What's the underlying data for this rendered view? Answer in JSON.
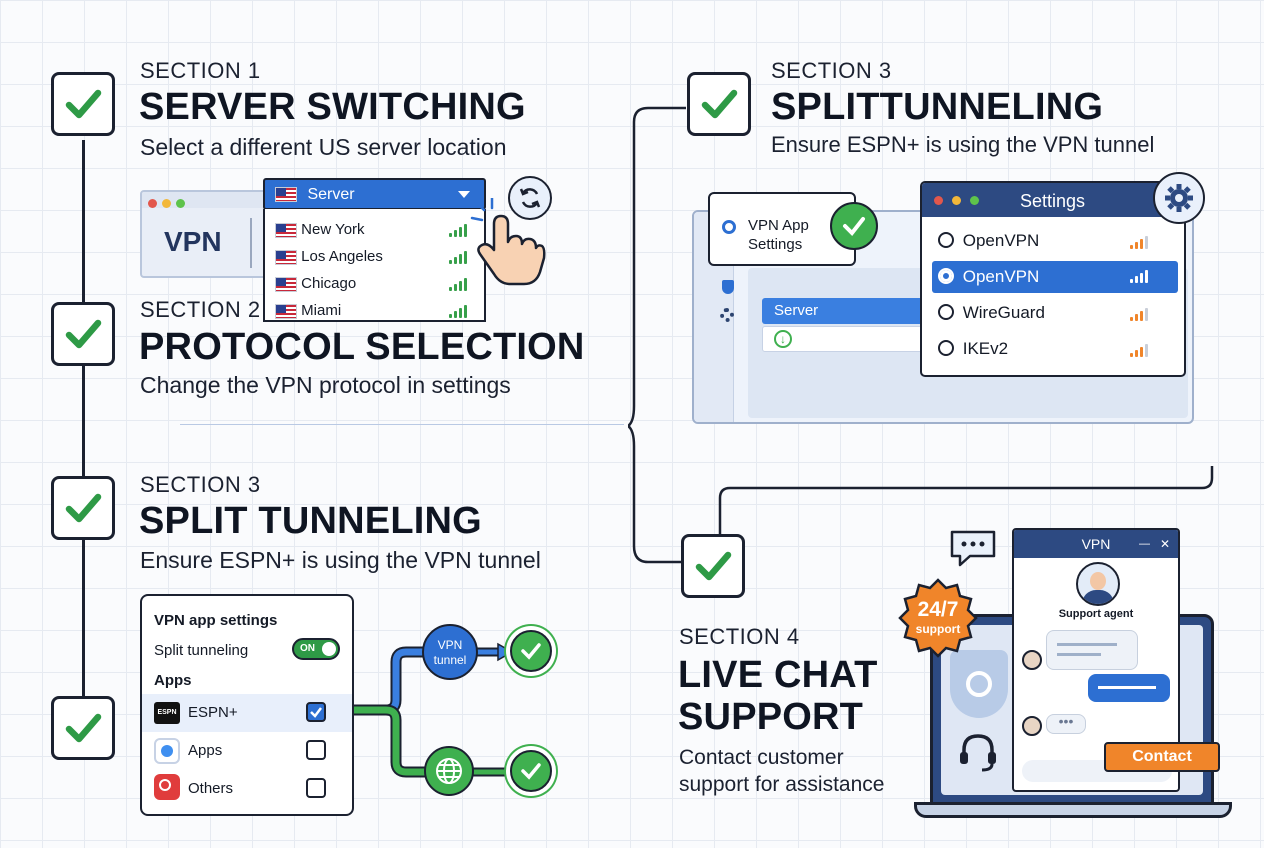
{
  "sections": [
    {
      "label": "SECTION 1",
      "title": "SERVER SWITCHING",
      "desc": "Select a different US server location"
    },
    {
      "label": "SECTION 2",
      "title": "PROTOCOL SELECTION",
      "desc": "Change the VPN protocol in settings"
    },
    {
      "label": "SECTION 3",
      "title": "SPLIT TUNNELING",
      "desc": "Ensure ESPN+ is using the VPN tunnel"
    },
    {
      "label": "SECTION 3",
      "title": "SPLITTUNNELING",
      "desc": "Ensure ESPN+ is using the VPN tunnel"
    },
    {
      "label": "SECTION 4",
      "title": "LIVE CHAT SUPPORT",
      "desc": "Contact customer support for assistance"
    }
  ],
  "server_card": {
    "vpn_label": "VPN",
    "dropdown_label": "Server",
    "locations": [
      "New York",
      "Los Angeles",
      "Chicago",
      "Miami"
    ]
  },
  "split_panel": {
    "heading": "VPN app settings",
    "toggle_label": "Split tunneling",
    "toggle_state": "ON",
    "apps_heading": "Apps",
    "apps": [
      {
        "name": "ESPN+",
        "logo": "espn",
        "checked": true
      },
      {
        "name": "Apps",
        "logo": "apps",
        "checked": false
      },
      {
        "name": "Others",
        "logo": "others",
        "checked": false
      }
    ],
    "tunnel_label": "VPN tunnel"
  },
  "settings_card": {
    "callout": "VPN App Settings",
    "server_label": "Server",
    "window_title": "Settings",
    "protocols": [
      {
        "name": "OpenVPN",
        "selected": false
      },
      {
        "name": "OpenVPN",
        "selected": true
      },
      {
        "name": "WireGuard",
        "selected": false
      },
      {
        "name": "IKEv2",
        "selected": false
      }
    ]
  },
  "support": {
    "badge_main": "24/7",
    "badge_sub": "support",
    "window_title": "VPN",
    "close_glyph": "✕",
    "minimize_glyph": "—",
    "agent_label": "Support agent",
    "contact_label": "Contact"
  },
  "colors": {
    "accent": "#2d6fd2",
    "check": "#2e9a46",
    "orange": "#f0852a"
  }
}
